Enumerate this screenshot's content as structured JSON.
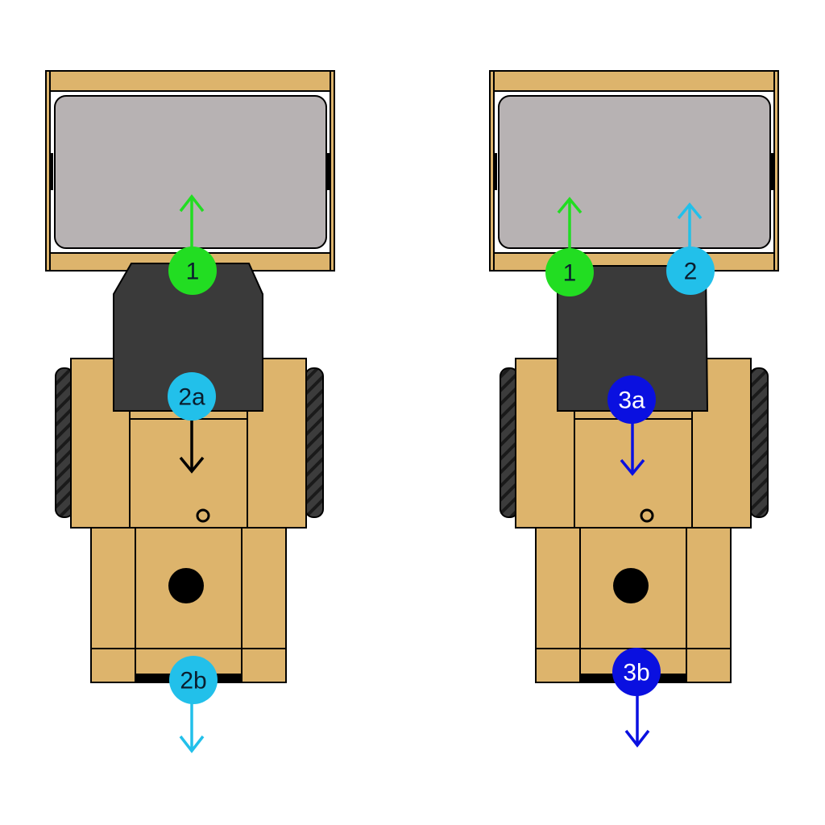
{
  "colors": {
    "wood": "#DDB46C",
    "screen": "#B7B2B3",
    "body_dark": "#3A3A3A",
    "tread": "#3C3C3C",
    "outline": "#000000",
    "green": "#22DD22",
    "cyan": "#22C0EA",
    "blue": "#0A10E0",
    "badge_text_dark": "#0A1E2E",
    "badge_text_light": "#FFFFFF"
  },
  "left_panel": {
    "badges": [
      {
        "label": "1",
        "color": "green",
        "arrow": "up"
      },
      {
        "label": "2a",
        "color": "cyan",
        "arrow": "down"
      },
      {
        "label": "2b",
        "color": "cyan",
        "arrow": "down"
      }
    ]
  },
  "right_panel": {
    "badges": [
      {
        "label": "1",
        "color": "green",
        "arrow": "up"
      },
      {
        "label": "2",
        "color": "cyan",
        "arrow": "up"
      },
      {
        "label": "3a",
        "color": "blue",
        "arrow": "down"
      },
      {
        "label": "3b",
        "color": "blue",
        "arrow": "down"
      }
    ]
  }
}
